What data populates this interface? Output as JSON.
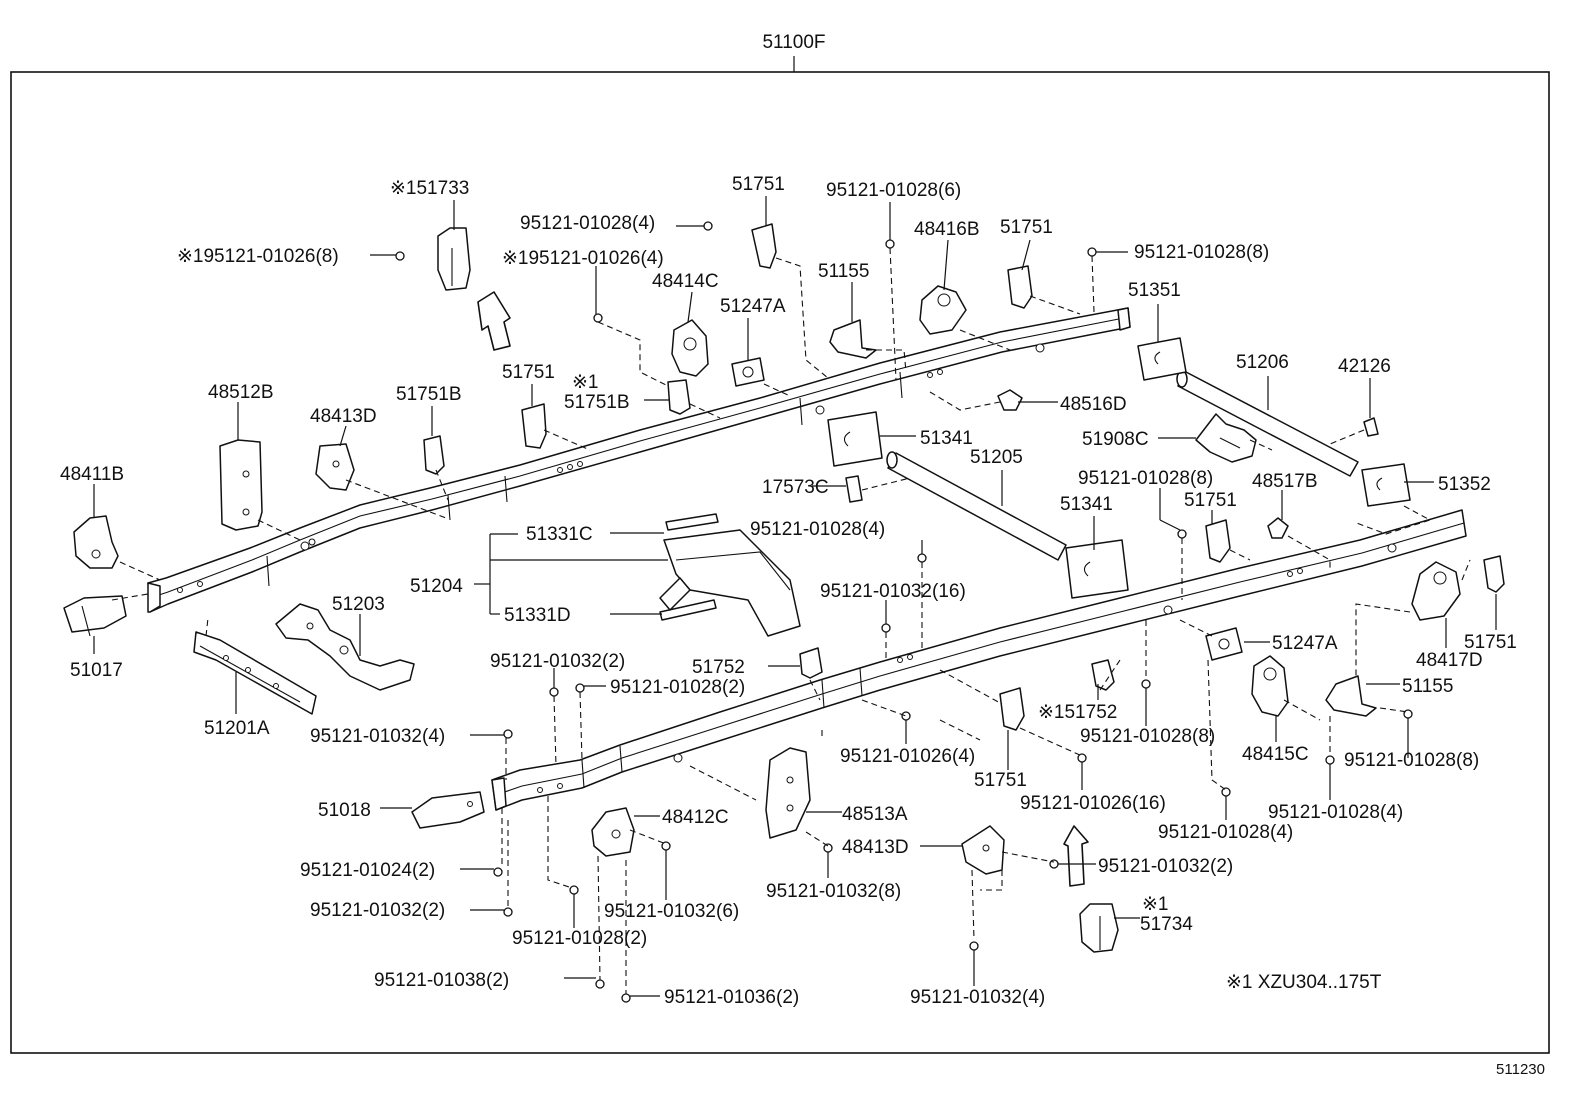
{
  "frame_part": "51100F",
  "figure_ref": "511230",
  "footnote": "※1 XZU304..175T",
  "labels": {
    "l01": "※151733",
    "l02": "※195121-01026(8)",
    "l03": "51751",
    "l04": "95121-01028(4)",
    "l05": "※195121-01026(4)",
    "l06": "48414C",
    "l07": "51247A",
    "l08": "95121-01028(6)",
    "l09": "51155",
    "l10": "48416B",
    "l11": "51751",
    "l12": "95121-01028(8)",
    "l13": "51351",
    "l14": "51206",
    "l15": "42126",
    "l16": "48512B",
    "l17": "48413D",
    "l18": "51751B",
    "l19": "51751",
    "l20": "※1",
    "l21": "51751B",
    "l22": "48516D",
    "l23": "51341",
    "l24": "51205",
    "l25": "51908C",
    "l26": "48411B",
    "l27": "17573C",
    "l28": "95121-01028(8)",
    "l29": "48517B",
    "l30": "51751",
    "l31": "51352",
    "l32": "51331C",
    "l33": "95121-01028(4)",
    "l34": "51341",
    "l35": "51204",
    "l36": "51203",
    "l37": "95121-01032(16)",
    "l38": "51331D",
    "l39": "51017",
    "l40": "95121-01032(2)",
    "l41": "51752",
    "l42": "95121-01028(2)",
    "l43": "51247A",
    "l44": "48417D",
    "l45": "51751",
    "l46": "51155",
    "l47": "51201A",
    "l48": "95121-01032(4)",
    "l49": "※151752",
    "l50": "95121-01028(8)",
    "l51": "48415C",
    "l52": "95121-01026(4)",
    "l53": "95121-01028(8)",
    "l54": "51751",
    "l55": "51018",
    "l56": "48513A",
    "l57": "48412C",
    "l58": "95121-01026(16)",
    "l59": "95121-01028(4)",
    "l60": "95121-01028(4)",
    "l61": "48413D",
    "l62": "95121-01024(2)",
    "l63": "95121-01032(8)",
    "l64": "95121-01032(2)",
    "l65": "95121-01032(2)",
    "l66": "95121-01032(6)",
    "l67": "※1",
    "l68": "51734",
    "l69": "95121-01028(2)",
    "l70": "95121-01038(2)",
    "l71": "95121-01036(2)",
    "l72": "95121-01032(4)"
  }
}
